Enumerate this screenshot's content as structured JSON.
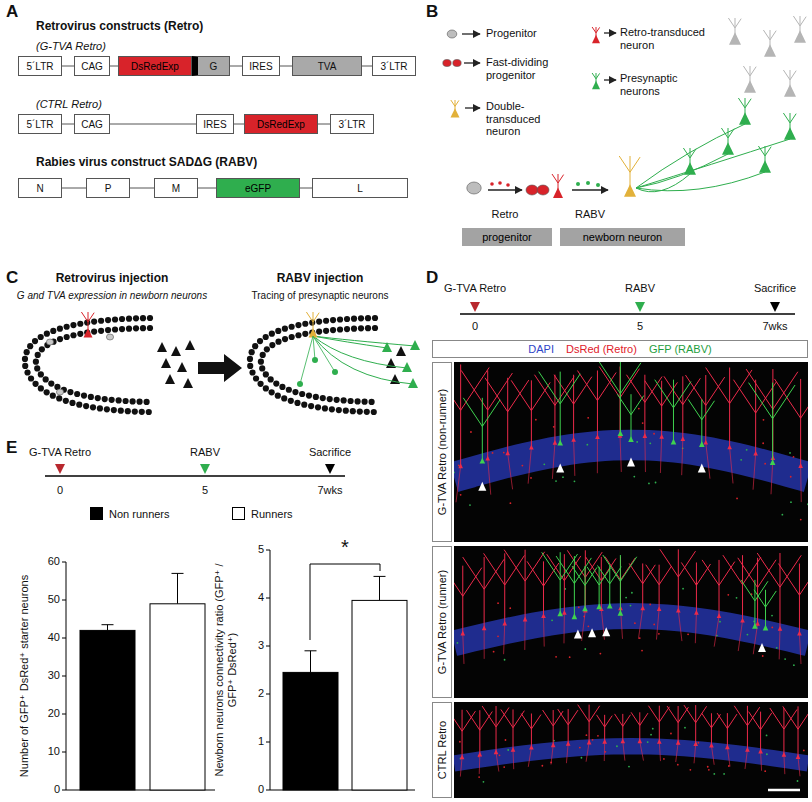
{
  "diagram": {
    "nodes": [
      {
        "text": [
          "5´LTR"
        ]
      },
      {
        "text": [
          "CAG"
        ]
      },
      {
        "text": [
          "DsRedExp"
        ]
      },
      {
        "text": [
          "G"
        ]
      },
      {
        "text": [
          "IRES"
        ]
      },
      {
        "text": [
          "TVA"
        ]
      },
      {
        "text": [
          "3´LTR"
        ]
      },
      {
        "text": [
          "5´LTR"
        ]
      },
      {
        "text": [
          "CAG"
        ]
      },
      {
        "text": [
          "IRES"
        ]
      },
      {
        "text": [
          "DsRedExp"
        ]
      },
      {
        "text": [
          "3´LTR"
        ]
      },
      {
        "text": [
          "N"
        ]
      },
      {
        "text": [
          "P"
        ]
      },
      {
        "text": [
          "M"
        ]
      },
      {
        "text": [
          "eGFP"
        ]
      },
      {
        "text": [
          "L"
        ]
      },
      {
        "text": [
          "progenitor"
        ]
      },
      {
        "text": [
          "newborn neuron"
        ]
      },
      {
        "text": [
          "DAPI",
          "DsRed (Retro)",
          "GFP (RABV)"
        ]
      },
      {
        "text": [
          "G-TVA Retro (non-runner)"
        ]
      },
      {
        "text": [
          "G-TVA Retro (runner)"
        ]
      },
      {
        "text": [
          "CTRL Retro"
        ]
      }
    ],
    "edges": [
      {
        "from": 0,
        "to": 1,
        "arrow": "none"
      },
      {
        "from": 1,
        "to": 2,
        "arrow": "none"
      },
      {
        "from": 3,
        "to": 4,
        "arrow": "none"
      },
      {
        "from": 4,
        "to": 5,
        "arrow": "none"
      },
      {
        "from": 5,
        "to": 6,
        "arrow": "none"
      },
      {
        "from": 7,
        "to": 8,
        "arrow": "none"
      },
      {
        "from": 8,
        "to": 9,
        "arrow": "none"
      },
      {
        "from": 9,
        "to": 10,
        "arrow": "none"
      },
      {
        "from": 10,
        "to": 11,
        "arrow": "none"
      },
      {
        "from": 12,
        "to": 13,
        "arrow": "none"
      },
      {
        "from": 13,
        "to": 14,
        "arrow": "none"
      },
      {
        "from": 14,
        "to": 15,
        "arrow": "none"
      },
      {
        "from": 15,
        "to": 16,
        "arrow": "none"
      }
    ],
    "labels": [
      "A",
      "Retrovirus constructs (Retro)",
      "(G-TVA Retro)",
      "(CTRL Retro)",
      "Rabies virus construct SADΔG (RABV)",
      "B",
      "Progenitor",
      "Fast-dividing progenitor",
      "Double-transduced neuron",
      "Retro-transduced neuron",
      "Presynaptic neurons",
      "Retro",
      "RABV",
      "C",
      "Retrovirus injection",
      "G and TVA expression in newborn neurons",
      "RABV injection",
      "Tracing of presynaptic neurons",
      "D",
      "G-TVA Retro",
      "RABV",
      "Sacrifice",
      "0",
      "5",
      "7wks",
      "E",
      "G-TVA Retro",
      "RABV",
      "Sacrifice",
      "0",
      "5",
      "7wks",
      "Number of GFP⁺ DsRed⁺ starter neurons",
      "Newborn neurons connectivity ratio (GFP⁺ / GFP⁺ DsRed⁺)",
      "*",
      "0",
      "10",
      "20",
      "30",
      "40",
      "50",
      "60",
      "0",
      "1",
      "2",
      "3",
      "4",
      "5"
    ],
    "legend": [
      {
        "text": "Non runners",
        "color": "#000000"
      },
      {
        "text": "Runners",
        "color": "#ffffff"
      }
    ]
  }
}
